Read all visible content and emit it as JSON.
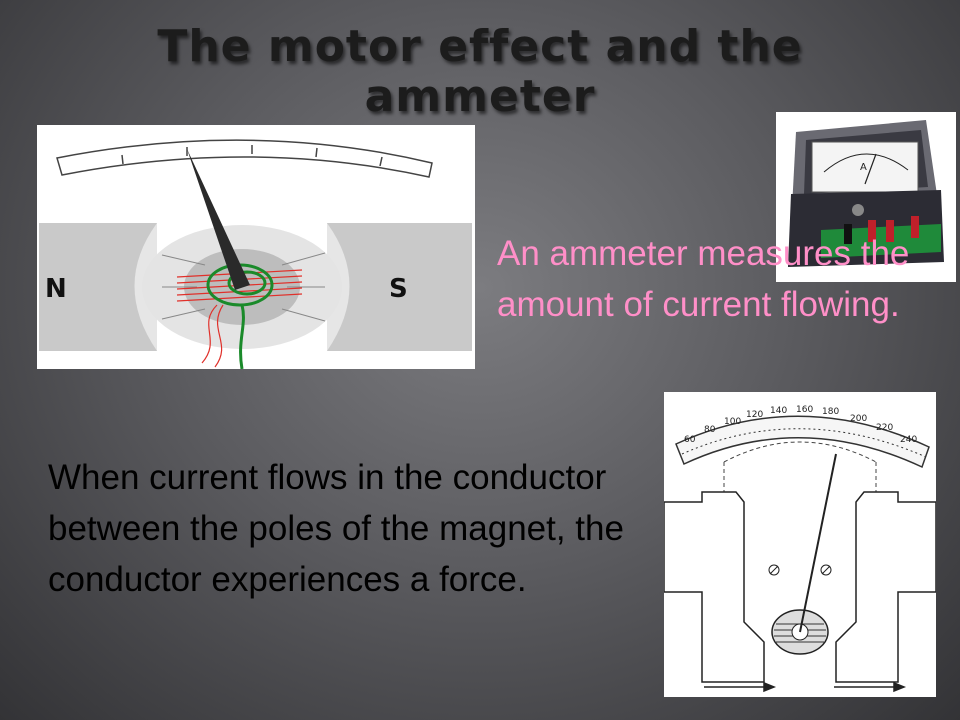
{
  "slide": {
    "title": "The motor effect and the ammeter",
    "ammeter_text": "An ammeter measures the amount of current flowing.",
    "force_text": "When current flows in the conductor between the poles of the magnet, the conductor experiences a force."
  },
  "diagram_motor": {
    "north_label": "N",
    "south_label": "S"
  },
  "diagram_ammeter_photo": {
    "unit_label": "A"
  },
  "diagram_meter_scale": {
    "scale_labels": [
      "60",
      "80",
      "100",
      "120",
      "140",
      "160",
      "180",
      "200",
      "220",
      "240"
    ]
  },
  "colors": {
    "ammeter_text": "#ff8fc8",
    "title": "#1c1c1c",
    "coil_green": "#1a8a2a",
    "field_lines_red": "#e0302a"
  }
}
